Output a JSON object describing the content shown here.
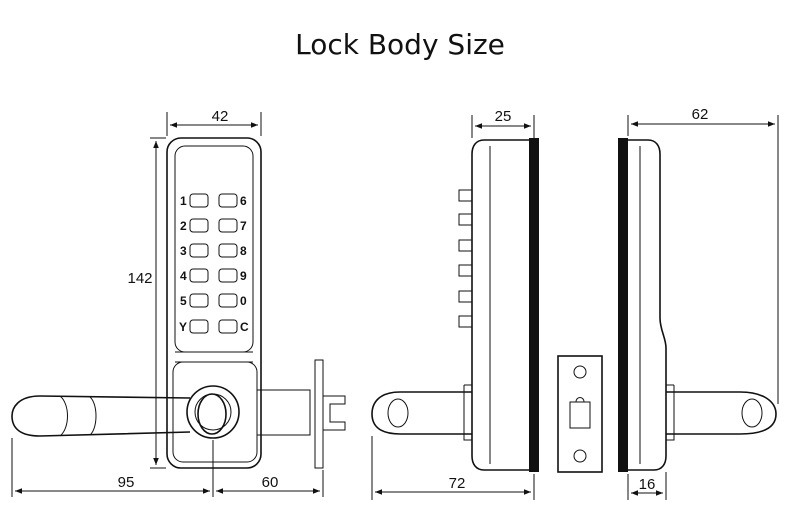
{
  "title": "Lock Body Size",
  "dimensions": {
    "front_width": "42",
    "front_height": "142",
    "handle_length": "95",
    "backset": "60",
    "side_depth": "25",
    "side_total": "72",
    "back_total": "62",
    "back_rose": "16"
  },
  "keypad": {
    "left": [
      "1",
      "2",
      "3",
      "4",
      "5",
      "Y"
    ],
    "right": [
      "6",
      "7",
      "8",
      "9",
      "0",
      "C"
    ]
  }
}
